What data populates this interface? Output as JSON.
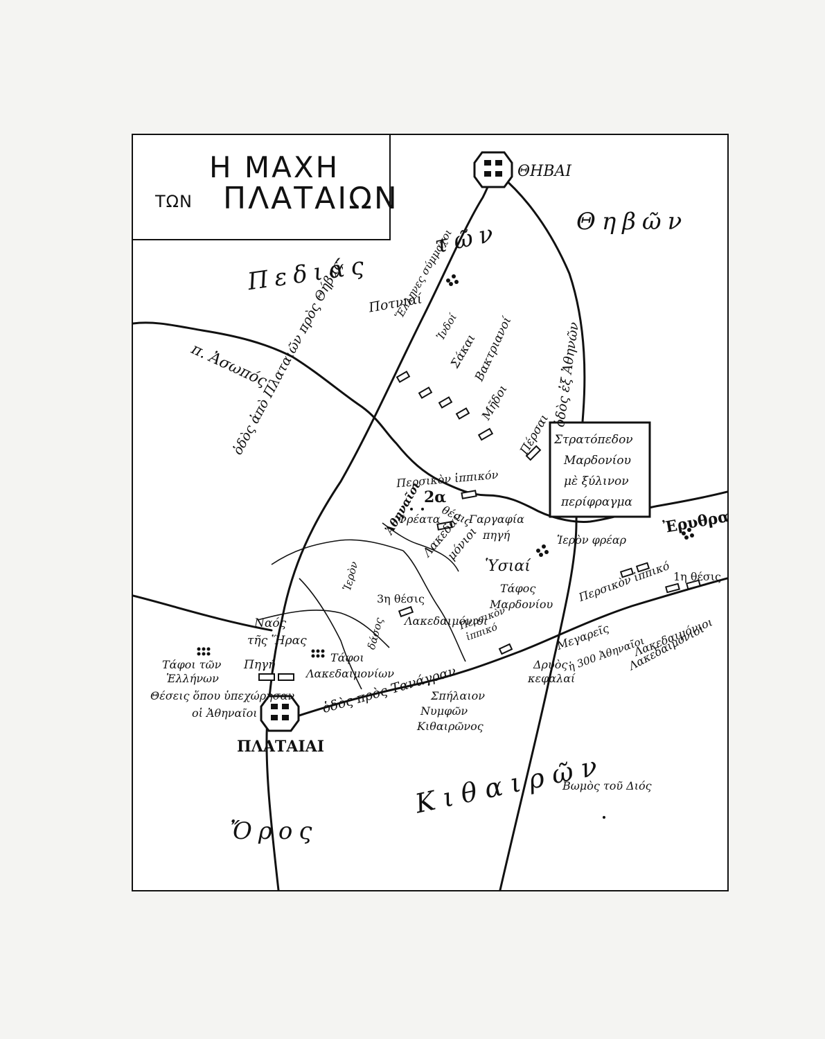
{
  "title": {
    "line1": "Η ΜΑΧΗ",
    "line2a": "ΤΩΝ",
    "line2b": "ΠΛΑΤΑΙΩΝ"
  },
  "map": {
    "cities": [
      {
        "name": "ΘΗΒΑΙ"
      },
      {
        "name": "ΠΛΑΤΑΙΑΙ"
      },
      {
        "name": "Ἐρυθραί"
      }
    ],
    "regions": {
      "plain_1": "Πεδιάς",
      "plain_2": "τῶν",
      "plain_3": "Θηβῶν",
      "mountain_1": "Κιθαιρῶν",
      "mountain_2": "Ὄρος"
    },
    "river": "π. Ἀσωπός",
    "roads": {
      "to_thebes": "ὁδὸς ἀπὸ Πλαταιῶν πρὸς Θήβας",
      "from_athens": "ὁδὸς ἐξ Ἀθηνῶν",
      "to_tanagra": "ὁδὸς πρὸς Τανάγραν"
    },
    "camp": {
      "line1": "Στρατόπεδον",
      "line2": "Μαρδονίου",
      "line3": "μὲ ξύλινον",
      "line4": "περίφραγμα"
    },
    "troops": {
      "hellenes": "Ἕλληνες σύμμαχοι",
      "indoi": "Ἰνδοί",
      "sakai": "Σάκαι",
      "baktrianoi": "Βακτριανοί",
      "medoi": "Μῆδοι",
      "persai": "Πέρσαι",
      "athenaioi": "Ἀθηναῖοι",
      "lakedaimonioi_1": "Λακεδαι-",
      "lakedaimonioi_1b": "μόνιοι",
      "lakedaimonioi_2": "Λακεδαιμόνιοι",
      "lakedaimonioi_3": "Λακεδαιμόνιοι",
      "lakedaimonioi_4": "Λακεδαιμόνιοι",
      "megareis": "Μεγαρεῖς",
      "athenaioi_300": "ἡ 300 Ἀθηναῖοι",
      "persian_cav_1": "Περσικὸν ἱππικόν",
      "persian_cav_2": "Περσικὸν ἱππικό",
      "persian_cav_3a": "Περσικὸν",
      "persian_cav_3b": "ἱππικό"
    },
    "positions": {
      "pos1": "1η θέσις",
      "pos2a": "2α",
      "pos2b": "θέσις",
      "pos3": "3η θέσις",
      "retreat_1": "Θέσεις ὅπου ὑπεχώρησαν",
      "retreat_2": "οἱ Ἀθηναῖοι"
    },
    "features": {
      "potniai": "Ποτνιαί",
      "phreata": "Φρέατα",
      "gargaphia_1": "Γαργαφία",
      "gargaphia_2": "πηγή",
      "hieron_phrear": "Ἱερὸν φρέαρ",
      "hysiai": "Ὑσιαί",
      "taphos_1": "Τάφος",
      "taphos_2": "Μαρδονίου",
      "hieron_dasos_1": "Ἱερὸν",
      "hieron_dasos_2": "δάσος",
      "temple_1": "Ναός",
      "temple_2": "τῆς Ἥρας",
      "spring": "Πηγή",
      "tombs_greeks_1": "Τάφοι τῶν",
      "tombs_greeks_2": "Ἑλλήνων",
      "tombs_lak_1": "Τάφοι",
      "tombs_lak_2": "Λακεδαιμονίων",
      "drys_1": "Δρυὸς",
      "drys_2": "κεφαλαί",
      "cave_1": "Σπήλαιον",
      "cave_2": "Νυμφῶν",
      "cave_3": "Κιθαιρῶνος",
      "altar": "Βωμὸς τοῦ Διός"
    }
  }
}
